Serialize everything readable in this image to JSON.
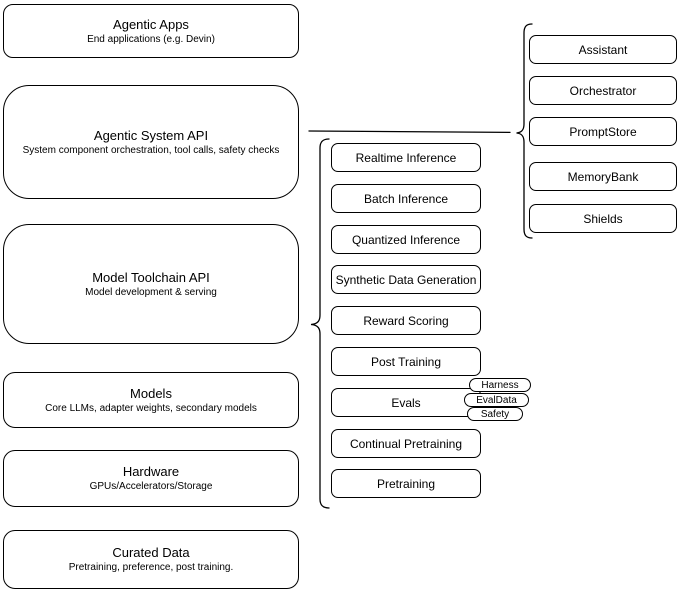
{
  "left_stack": [
    {
      "title": "Agentic Apps",
      "subtitle": "End applications (e.g. Devin)"
    },
    {
      "title": "Agentic System API",
      "subtitle": "System component orchestration, tool calls, safety checks"
    },
    {
      "title": "Model Toolchain API",
      "subtitle": "Model development & serving"
    },
    {
      "title": "Models",
      "subtitle": "Core LLMs, adapter weights, secondary models"
    },
    {
      "title": "Hardware",
      "subtitle": "GPUs/Accelerators/Storage"
    },
    {
      "title": "Curated Data",
      "subtitle": "Pretraining, preference, post training."
    }
  ],
  "toolchain_services": [
    "Realtime Inference",
    "Batch Inference",
    "Quantized Inference",
    "Synthetic Data Generation",
    "Reward Scoring",
    "Post Training",
    "Evals",
    "Continual Pretraining",
    "Pretraining"
  ],
  "evals_tags": [
    "Harness",
    "EvalData",
    "Safety"
  ],
  "system_components": [
    "Assistant",
    "Orchestrator",
    "PromptStore",
    "MemoryBank",
    "Shields"
  ],
  "colors": {
    "stroke": "#000000",
    "background": "#ffffff",
    "text": "#000000"
  }
}
